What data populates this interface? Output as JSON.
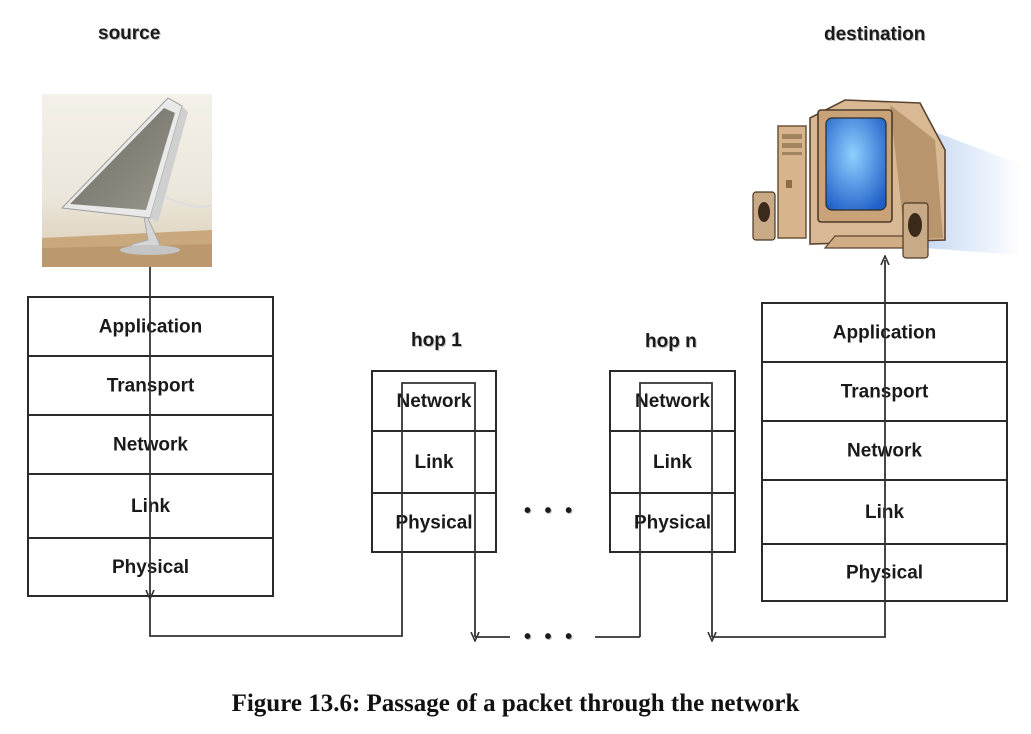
{
  "labels": {
    "source": "source",
    "destination": "destination",
    "hop1": "hop 1",
    "hopn": "hop n",
    "ellipsis_stacks": "• • •",
    "ellipsis_bus": "• • •"
  },
  "source_stack": [
    "Application",
    "Transport",
    "Network",
    "Link",
    "Physical"
  ],
  "hop1_stack": [
    "Network",
    "Link",
    "Physical"
  ],
  "hopn_stack": [
    "Network",
    "Link",
    "Physical"
  ],
  "destination_stack": [
    "Application",
    "Transport",
    "Network",
    "Link",
    "Physical"
  ],
  "caption": "Figure 13.6: Passage of a packet through the network",
  "colors": {
    "line": "#333333",
    "box": "#2a2a2a",
    "screen_blue": "#3d8be8",
    "computer_beige": "#d7b48c"
  },
  "icons": {
    "source": "laptop-icon",
    "destination": "desktop-computer-icon"
  }
}
